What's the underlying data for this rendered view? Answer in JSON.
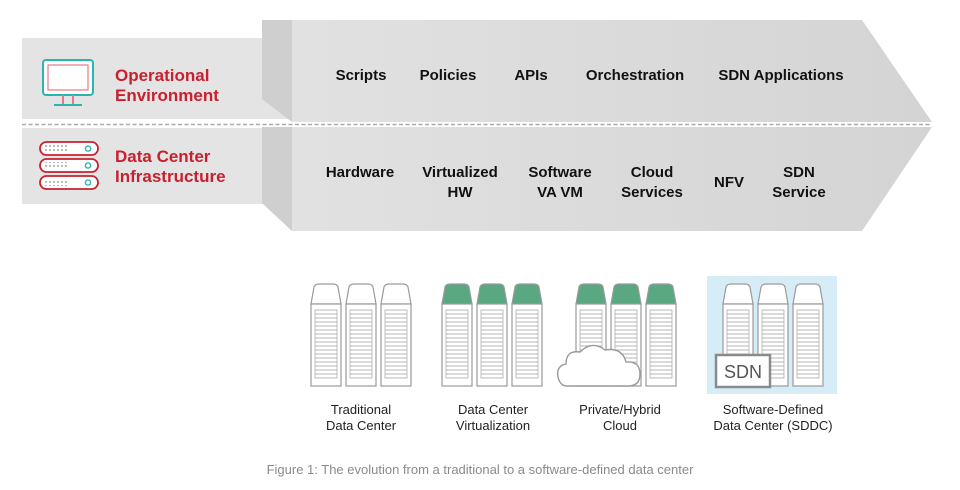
{
  "layers": {
    "operational": {
      "title_line1": "Operational",
      "title_line2": "Environment",
      "items": [
        "Scripts",
        "Policies",
        "APIs",
        "Orchestration",
        "SDN Applications"
      ]
    },
    "infrastructure": {
      "title_line1": "Data Center",
      "title_line2": "Infrastructure",
      "items": [
        {
          "line1": "Hardware",
          "line2": ""
        },
        {
          "line1": "Virtualized",
          "line2": "HW"
        },
        {
          "line1": "Software",
          "line2": "VA VM"
        },
        {
          "line1": "Cloud",
          "line2": "Services"
        },
        {
          "line1": "NFV",
          "line2": ""
        },
        {
          "line1": "SDN",
          "line2": "Service"
        }
      ]
    }
  },
  "stages": [
    {
      "line1": "Traditional",
      "line2": "Data Center",
      "top_color": "#ffffff",
      "highlight": false
    },
    {
      "line1": "Data Center",
      "line2": "Virtualization",
      "top_color": "#5aa882",
      "highlight": false
    },
    {
      "line1": "Private/Hybrid",
      "line2": "Cloud",
      "top_color": "#5aa882",
      "highlight": false
    },
    {
      "line1": "Software-Defined",
      "line2": "Data Center (SDDC)",
      "top_color": "#ffffff",
      "highlight": true
    }
  ],
  "sdn_badge": "SDN",
  "caption": "Figure 1: The evolution from a traditional to a software-defined data center",
  "colors": {
    "accent_red": "#c8202f",
    "band_gray": "#e4e4e4",
    "arrow_gray": "#d7d7d7",
    "rack_green": "#5aa882",
    "highlight_blue": "#d6edf8",
    "icon_teal": "#2bb5b0"
  }
}
